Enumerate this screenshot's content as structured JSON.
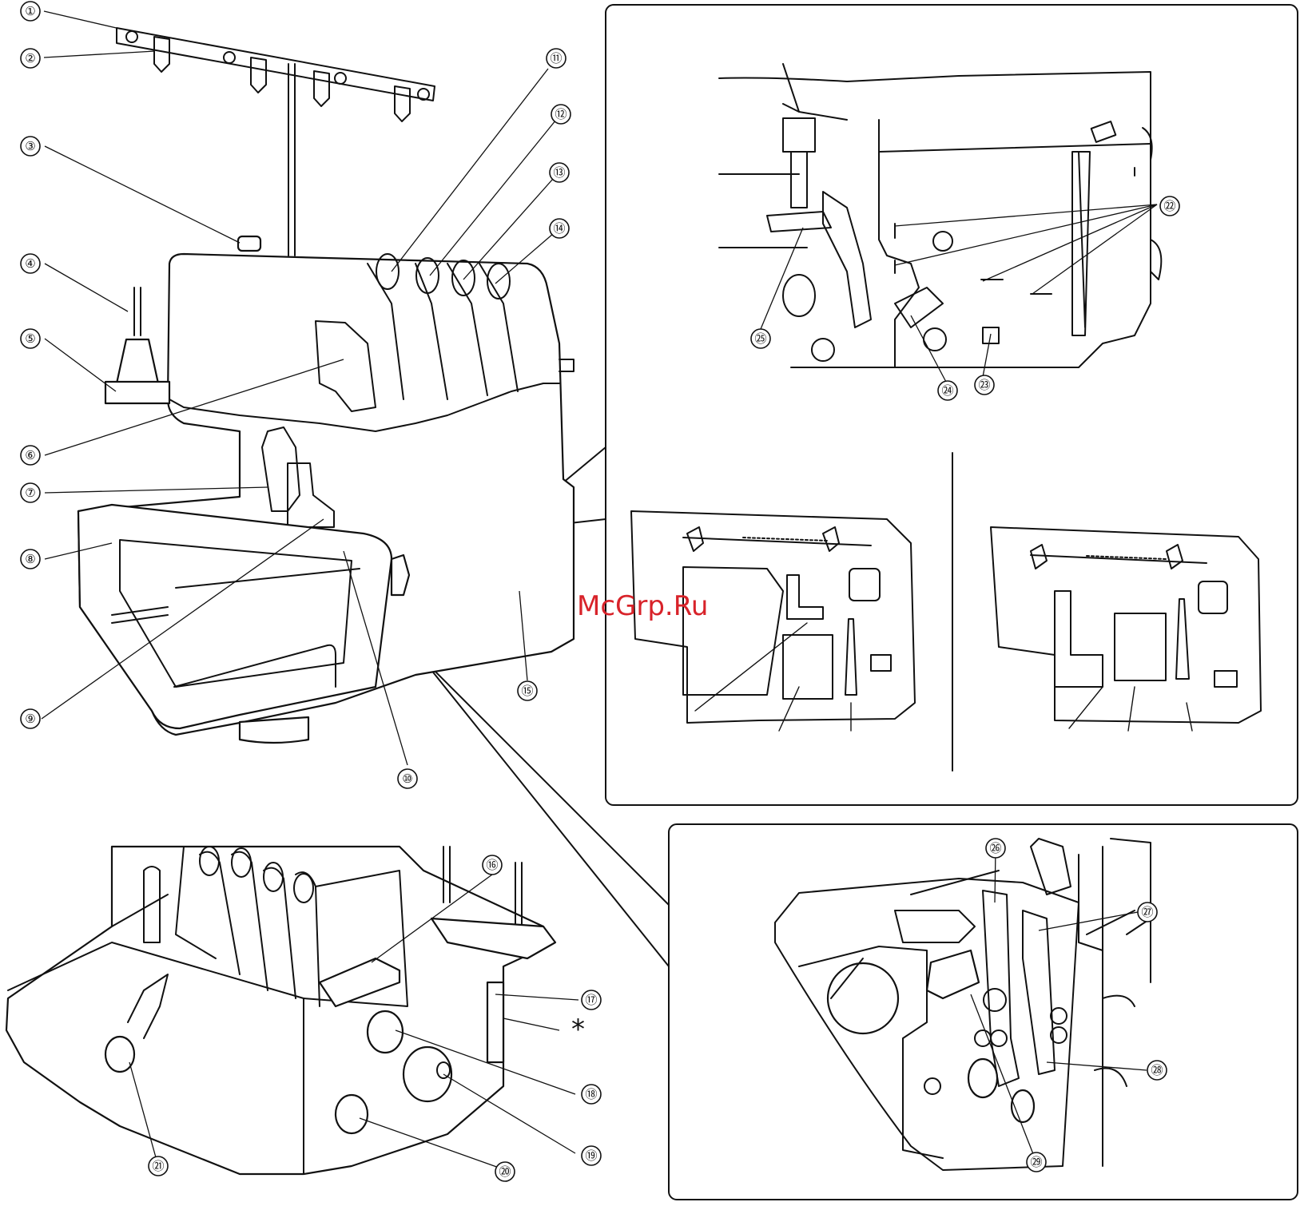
{
  "watermark": "McGrp.Ru",
  "asterisk_label": "*",
  "callouts": [
    {
      "id": 1,
      "label": "①"
    },
    {
      "id": 2,
      "label": "②"
    },
    {
      "id": 3,
      "label": "③"
    },
    {
      "id": 4,
      "label": "④"
    },
    {
      "id": 5,
      "label": "⑤"
    },
    {
      "id": 6,
      "label": "⑥"
    },
    {
      "id": 7,
      "label": "⑦"
    },
    {
      "id": 8,
      "label": "⑧"
    },
    {
      "id": 9,
      "label": "⑨"
    },
    {
      "id": 10,
      "label": "⑩"
    },
    {
      "id": 11,
      "label": "⑪"
    },
    {
      "id": 12,
      "label": "⑫"
    },
    {
      "id": 13,
      "label": "⑬"
    },
    {
      "id": 14,
      "label": "⑭"
    },
    {
      "id": 15,
      "label": "⑮"
    },
    {
      "id": 16,
      "label": "⑯"
    },
    {
      "id": 17,
      "label": "⑰"
    },
    {
      "id": 18,
      "label": "⑱"
    },
    {
      "id": 19,
      "label": "⑲"
    },
    {
      "id": 20,
      "label": "⑳"
    },
    {
      "id": 21,
      "label": "㉑"
    },
    {
      "id": 22,
      "label": "㉒"
    },
    {
      "id": 23,
      "label": "㉓"
    },
    {
      "id": 24,
      "label": "㉔"
    },
    {
      "id": 25,
      "label": "㉕"
    },
    {
      "id": 26,
      "label": "㉖"
    },
    {
      "id": 27,
      "label": "㉗"
    },
    {
      "id": 28,
      "label": "㉘"
    },
    {
      "id": 29,
      "label": "㉙"
    }
  ]
}
